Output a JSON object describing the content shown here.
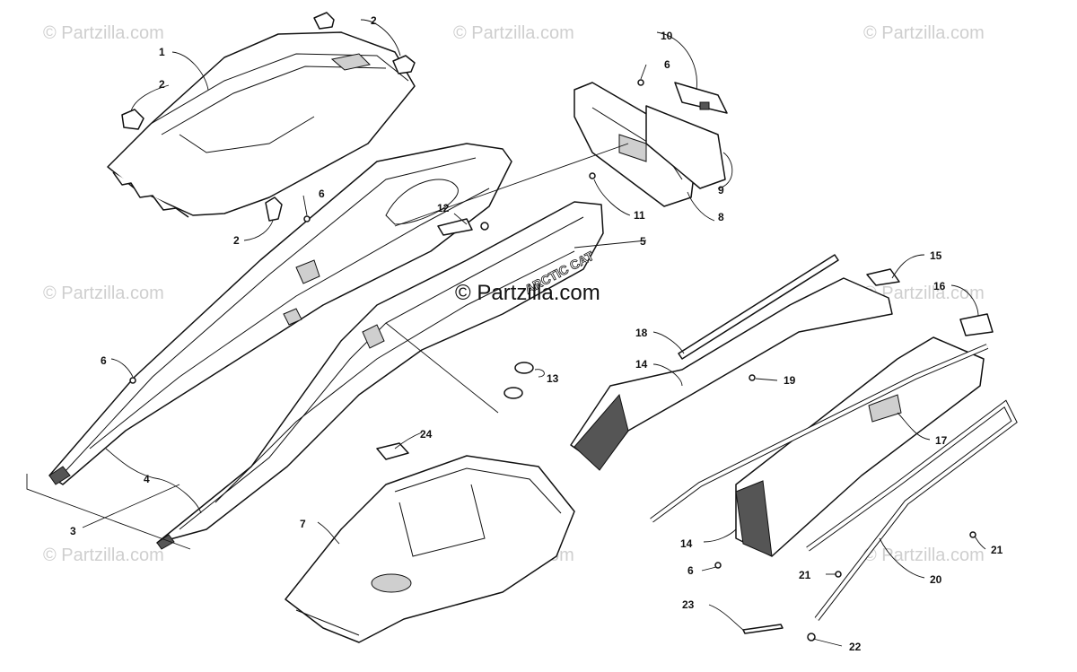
{
  "watermarks": {
    "corner_text": "© Partzilla.com",
    "center_text": "© Partzilla.com"
  },
  "callouts": [
    {
      "id": "c1",
      "label": "1"
    },
    {
      "id": "c2a",
      "label": "2"
    },
    {
      "id": "c2b",
      "label": "2"
    },
    {
      "id": "c2c",
      "label": "2"
    },
    {
      "id": "c3",
      "label": "3"
    },
    {
      "id": "c4",
      "label": "4"
    },
    {
      "id": "c5",
      "label": "5"
    },
    {
      "id": "c6a",
      "label": "6"
    },
    {
      "id": "c6b",
      "label": "6"
    },
    {
      "id": "c6c",
      "label": "6"
    },
    {
      "id": "c6d",
      "label": "6"
    },
    {
      "id": "c7",
      "label": "7"
    },
    {
      "id": "c8",
      "label": "8"
    },
    {
      "id": "c9",
      "label": "9"
    },
    {
      "id": "c10",
      "label": "10"
    },
    {
      "id": "c11",
      "label": "11"
    },
    {
      "id": "c12",
      "label": "12"
    },
    {
      "id": "c13",
      "label": "13"
    },
    {
      "id": "c14a",
      "label": "14"
    },
    {
      "id": "c14b",
      "label": "14"
    },
    {
      "id": "c15",
      "label": "15"
    },
    {
      "id": "c16",
      "label": "16"
    },
    {
      "id": "c17",
      "label": "17"
    },
    {
      "id": "c18",
      "label": "18"
    },
    {
      "id": "c19",
      "label": "19"
    },
    {
      "id": "c20",
      "label": "20"
    },
    {
      "id": "c21a",
      "label": "21"
    },
    {
      "id": "c21b",
      "label": "21"
    },
    {
      "id": "c22",
      "label": "22"
    },
    {
      "id": "c23",
      "label": "23"
    },
    {
      "id": "c24",
      "label": "24"
    }
  ],
  "decal_text": "ARCTIC CAT"
}
